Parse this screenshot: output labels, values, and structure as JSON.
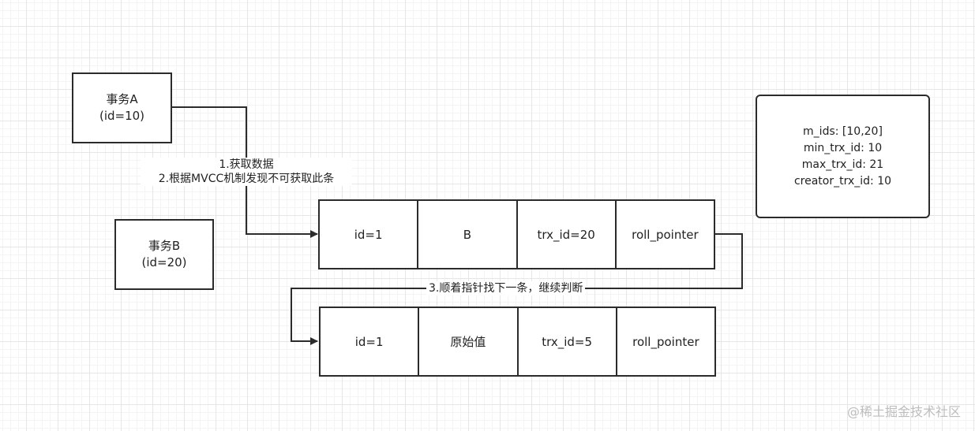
{
  "transactions": {
    "a": {
      "title": "事务A",
      "id": "(id=10)"
    },
    "b": {
      "title": "事务B",
      "id": "(id=20)"
    }
  },
  "read_view": {
    "lines": [
      "m_ids: [10,20]",
      "min_trx_id: 10",
      "max_trx_id: 21",
      "creator_trx_id: 10"
    ]
  },
  "records": [
    {
      "cells": [
        "id=1",
        "B",
        "trx_id=20",
        "roll_pointer"
      ]
    },
    {
      "cells": [
        "id=1",
        "原始值",
        "trx_id=5",
        "roll_pointer"
      ]
    }
  ],
  "edge_labels": {
    "step1": "1.获取数据",
    "step2": "2.根据MVCC机制发现不可获取此条",
    "step3": "3.顺着指针找下一条，继续判断"
  },
  "watermark": "@稀土掘金技术社区",
  "colors": {
    "stroke": "#2b2b2b",
    "grid": "#e6e6e6"
  }
}
